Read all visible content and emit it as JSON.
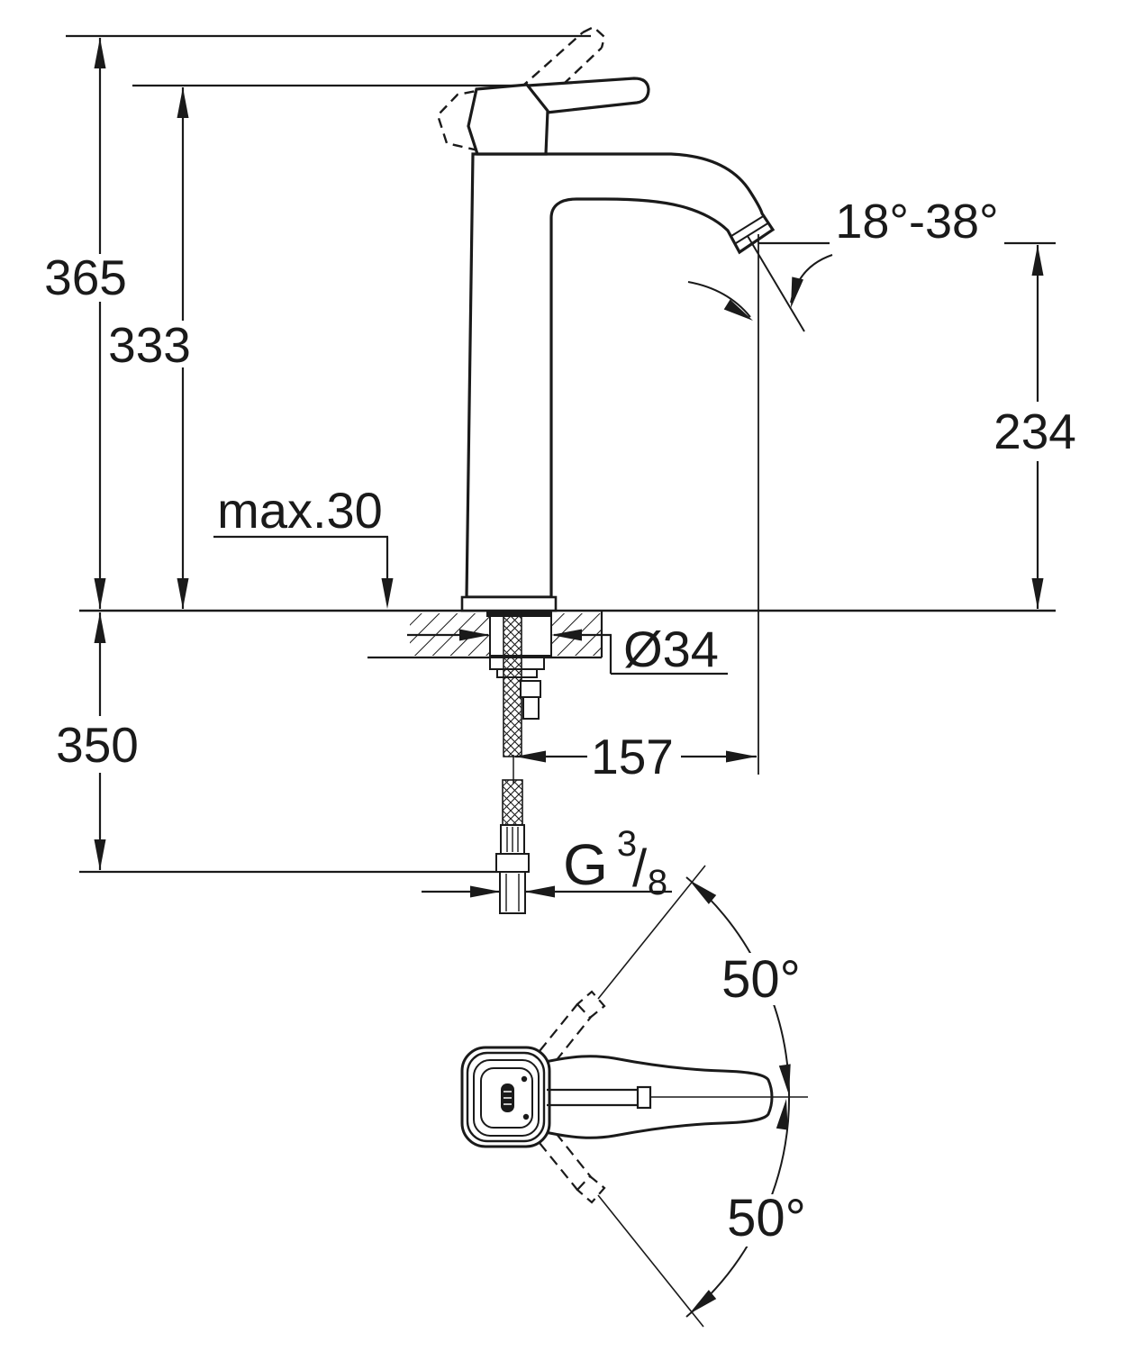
{
  "drawing": {
    "title": "single-lever-basin-mixer-dimensional-drawing",
    "units": "mm",
    "colors": {
      "line": "#1a1a1a",
      "background": "#ffffff"
    },
    "dimensions": {
      "overall_height": "365",
      "height_to_lever": "333",
      "max_deck_thickness": "max.30",
      "below_deck_length": "350",
      "hole_diameter": "Ø34",
      "spout_projection": "157",
      "spout_outlet_height": "234",
      "spray_angle_range": "18°-38°",
      "swivel_up": "50°",
      "swivel_down": "50°",
      "connection_thread": {
        "prefix": "G",
        "numerator": "3",
        "slash": "/",
        "denominator": "8"
      }
    }
  }
}
